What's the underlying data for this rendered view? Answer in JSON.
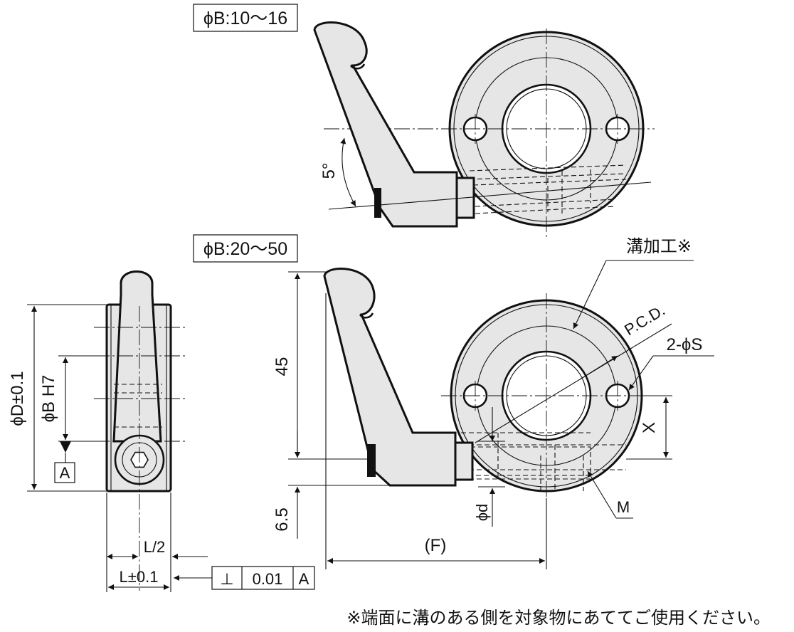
{
  "labels": {
    "variant_small": "ϕB:10～16",
    "variant_large": "ϕB:20～50",
    "angle": "5°",
    "groove": "溝加工※",
    "pcd": "P.C.D.",
    "holes": "2-ϕS",
    "dim_45": "45",
    "dim_6_5": "6.5",
    "dim_F": "(F)",
    "dim_X": "X",
    "dim_M": "M",
    "dim_d": "ϕd",
    "dim_D": "ϕD±0.1",
    "dim_B": "ϕB H7",
    "datum": "A",
    "dim_L2": "L/2",
    "dim_L": "L±0.1",
    "tol_symbol": "⊥",
    "tol_value": "0.01",
    "tol_datum": "A"
  },
  "note": "※端面に溝のある側を対象物にあててご使用ください。"
}
